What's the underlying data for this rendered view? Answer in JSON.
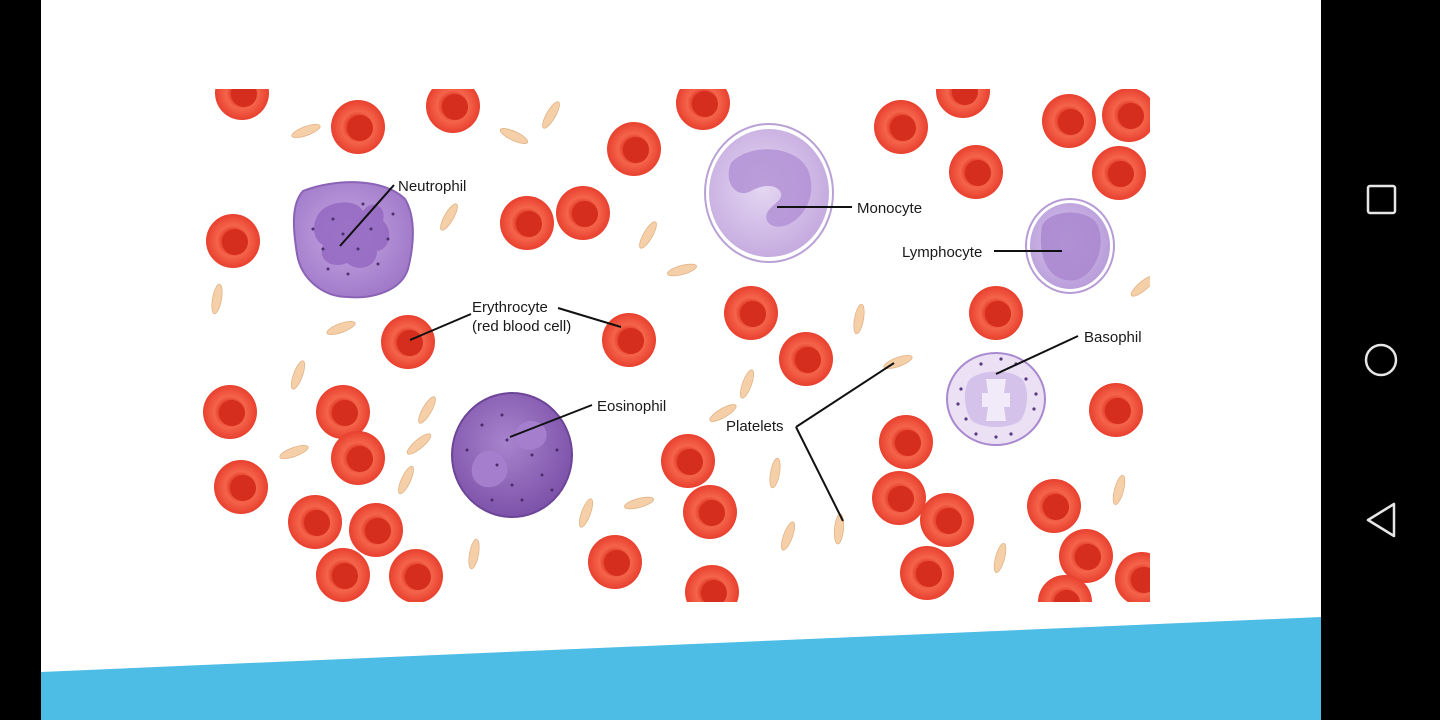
{
  "figure": {
    "labels": {
      "neutrophil": "Neutrophil",
      "erythrocyte_line1": "Erythrocyte",
      "erythrocyte_line2": "(red blood cell)",
      "monocyte": "Monocyte",
      "lymphocyte": "Lymphocyte",
      "basophil": "Basophil",
      "eosinophil": "Eosinophil",
      "platelets": "Platelets"
    }
  },
  "colors": {
    "slide_background": "#ffffff",
    "accent_band": "#4dbde6",
    "system_background": "#000000",
    "erythrocyte": "#e8402e",
    "platelet": "#f5cfa8",
    "monocyte": "#c7aee0",
    "eosinophil": "#8e64b8",
    "basophil": "#e3d5ef"
  },
  "navigation": {
    "recents_icon": "square-outline-icon",
    "home_icon": "circle-outline-icon",
    "back_icon": "triangle-left-icon"
  }
}
